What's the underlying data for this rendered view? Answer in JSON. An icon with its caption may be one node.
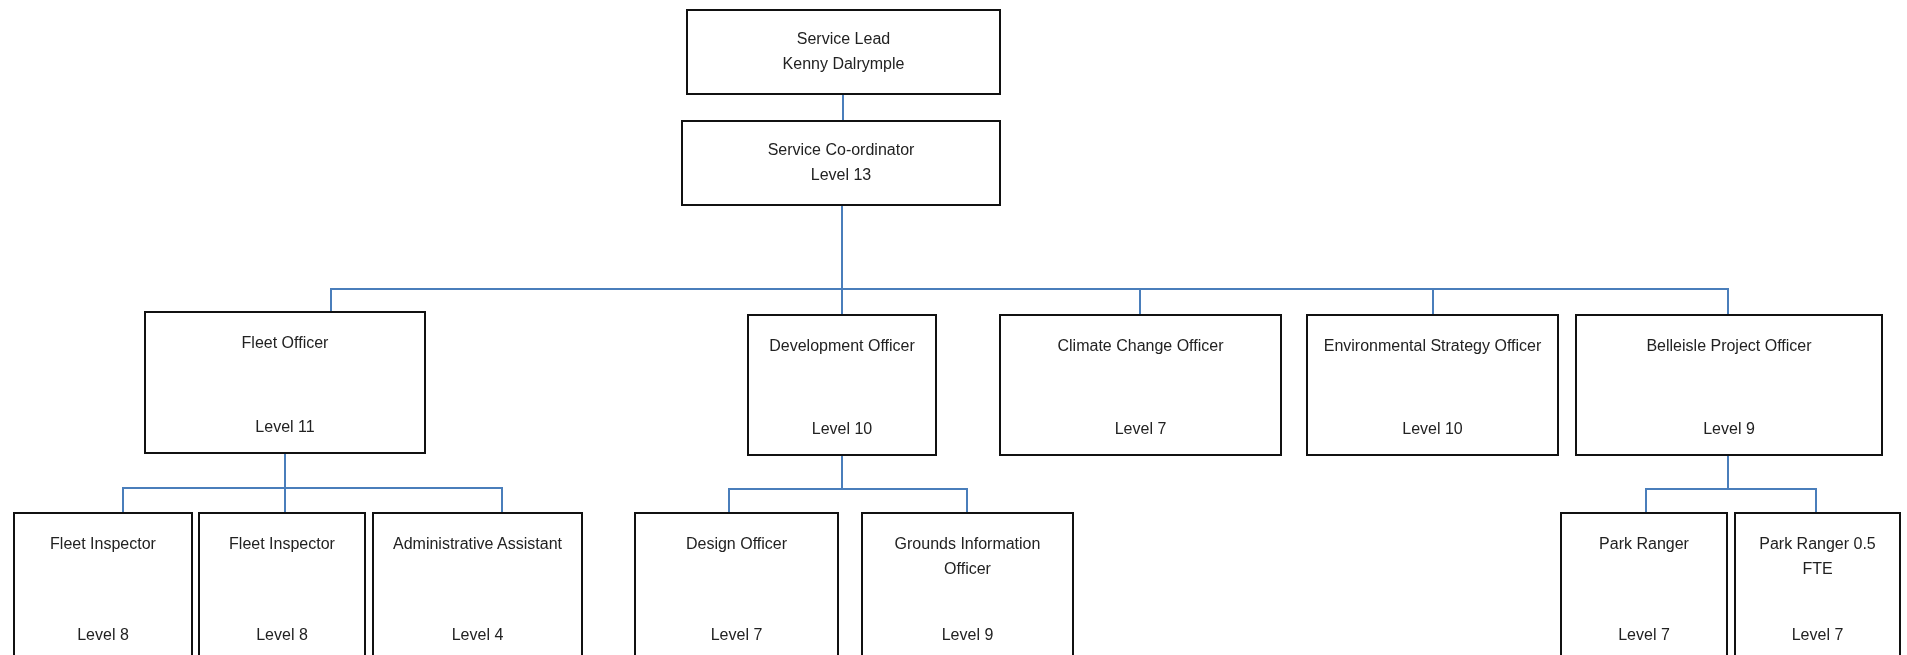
{
  "diagram": {
    "nodes": [
      {
        "text": [
          "Service Lead",
          "Kenny Dalrymple"
        ]
      },
      {
        "text": [
          "Service Co-ordinator",
          "Level 13"
        ]
      },
      {
        "text": [
          "Fleet Officer",
          "Level 11"
        ]
      },
      {
        "text": [
          "Development Officer",
          "Level 10"
        ]
      },
      {
        "text": [
          "Climate Change Officer",
          "Level 7"
        ]
      },
      {
        "text": [
          "Environmental Strategy Officer",
          "Level 10"
        ]
      },
      {
        "text": [
          "Belleisle Project Officer",
          "Level 9"
        ]
      },
      {
        "text": [
          "Fleet Inspector",
          "Level 8"
        ]
      },
      {
        "text": [
          "Fleet Inspector",
          "Level 8"
        ]
      },
      {
        "text": [
          "Administrative Assistant",
          "Level 4"
        ]
      },
      {
        "text": [
          "Design Officer",
          "Level 7"
        ]
      },
      {
        "text": [
          "Grounds Information Officer",
          "Level 9"
        ]
      },
      {
        "text": [
          "Park Ranger",
          "Level 7"
        ]
      },
      {
        "text": [
          "Park Ranger 0.5 FTE",
          "Level 7"
        ]
      }
    ],
    "edges": [
      {
        "from": 0,
        "to": 1,
        "arrow": "none"
      },
      {
        "from": 1,
        "to": 2,
        "arrow": "none"
      },
      {
        "from": 1,
        "to": 3,
        "arrow": "none"
      },
      {
        "from": 1,
        "to": 4,
        "arrow": "none"
      },
      {
        "from": 1,
        "to": 5,
        "arrow": "none"
      },
      {
        "from": 1,
        "to": 6,
        "arrow": "none"
      },
      {
        "from": 2,
        "to": 7,
        "arrow": "none"
      },
      {
        "from": 2,
        "to": 8,
        "arrow": "none"
      },
      {
        "from": 2,
        "to": 9,
        "arrow": "none"
      },
      {
        "from": 3,
        "to": 10,
        "arrow": "none"
      },
      {
        "from": 3,
        "to": 11,
        "arrow": "none"
      },
      {
        "from": 6,
        "to": 12,
        "arrow": "none"
      },
      {
        "from": 6,
        "to": 13,
        "arrow": "none"
      }
    ]
  }
}
